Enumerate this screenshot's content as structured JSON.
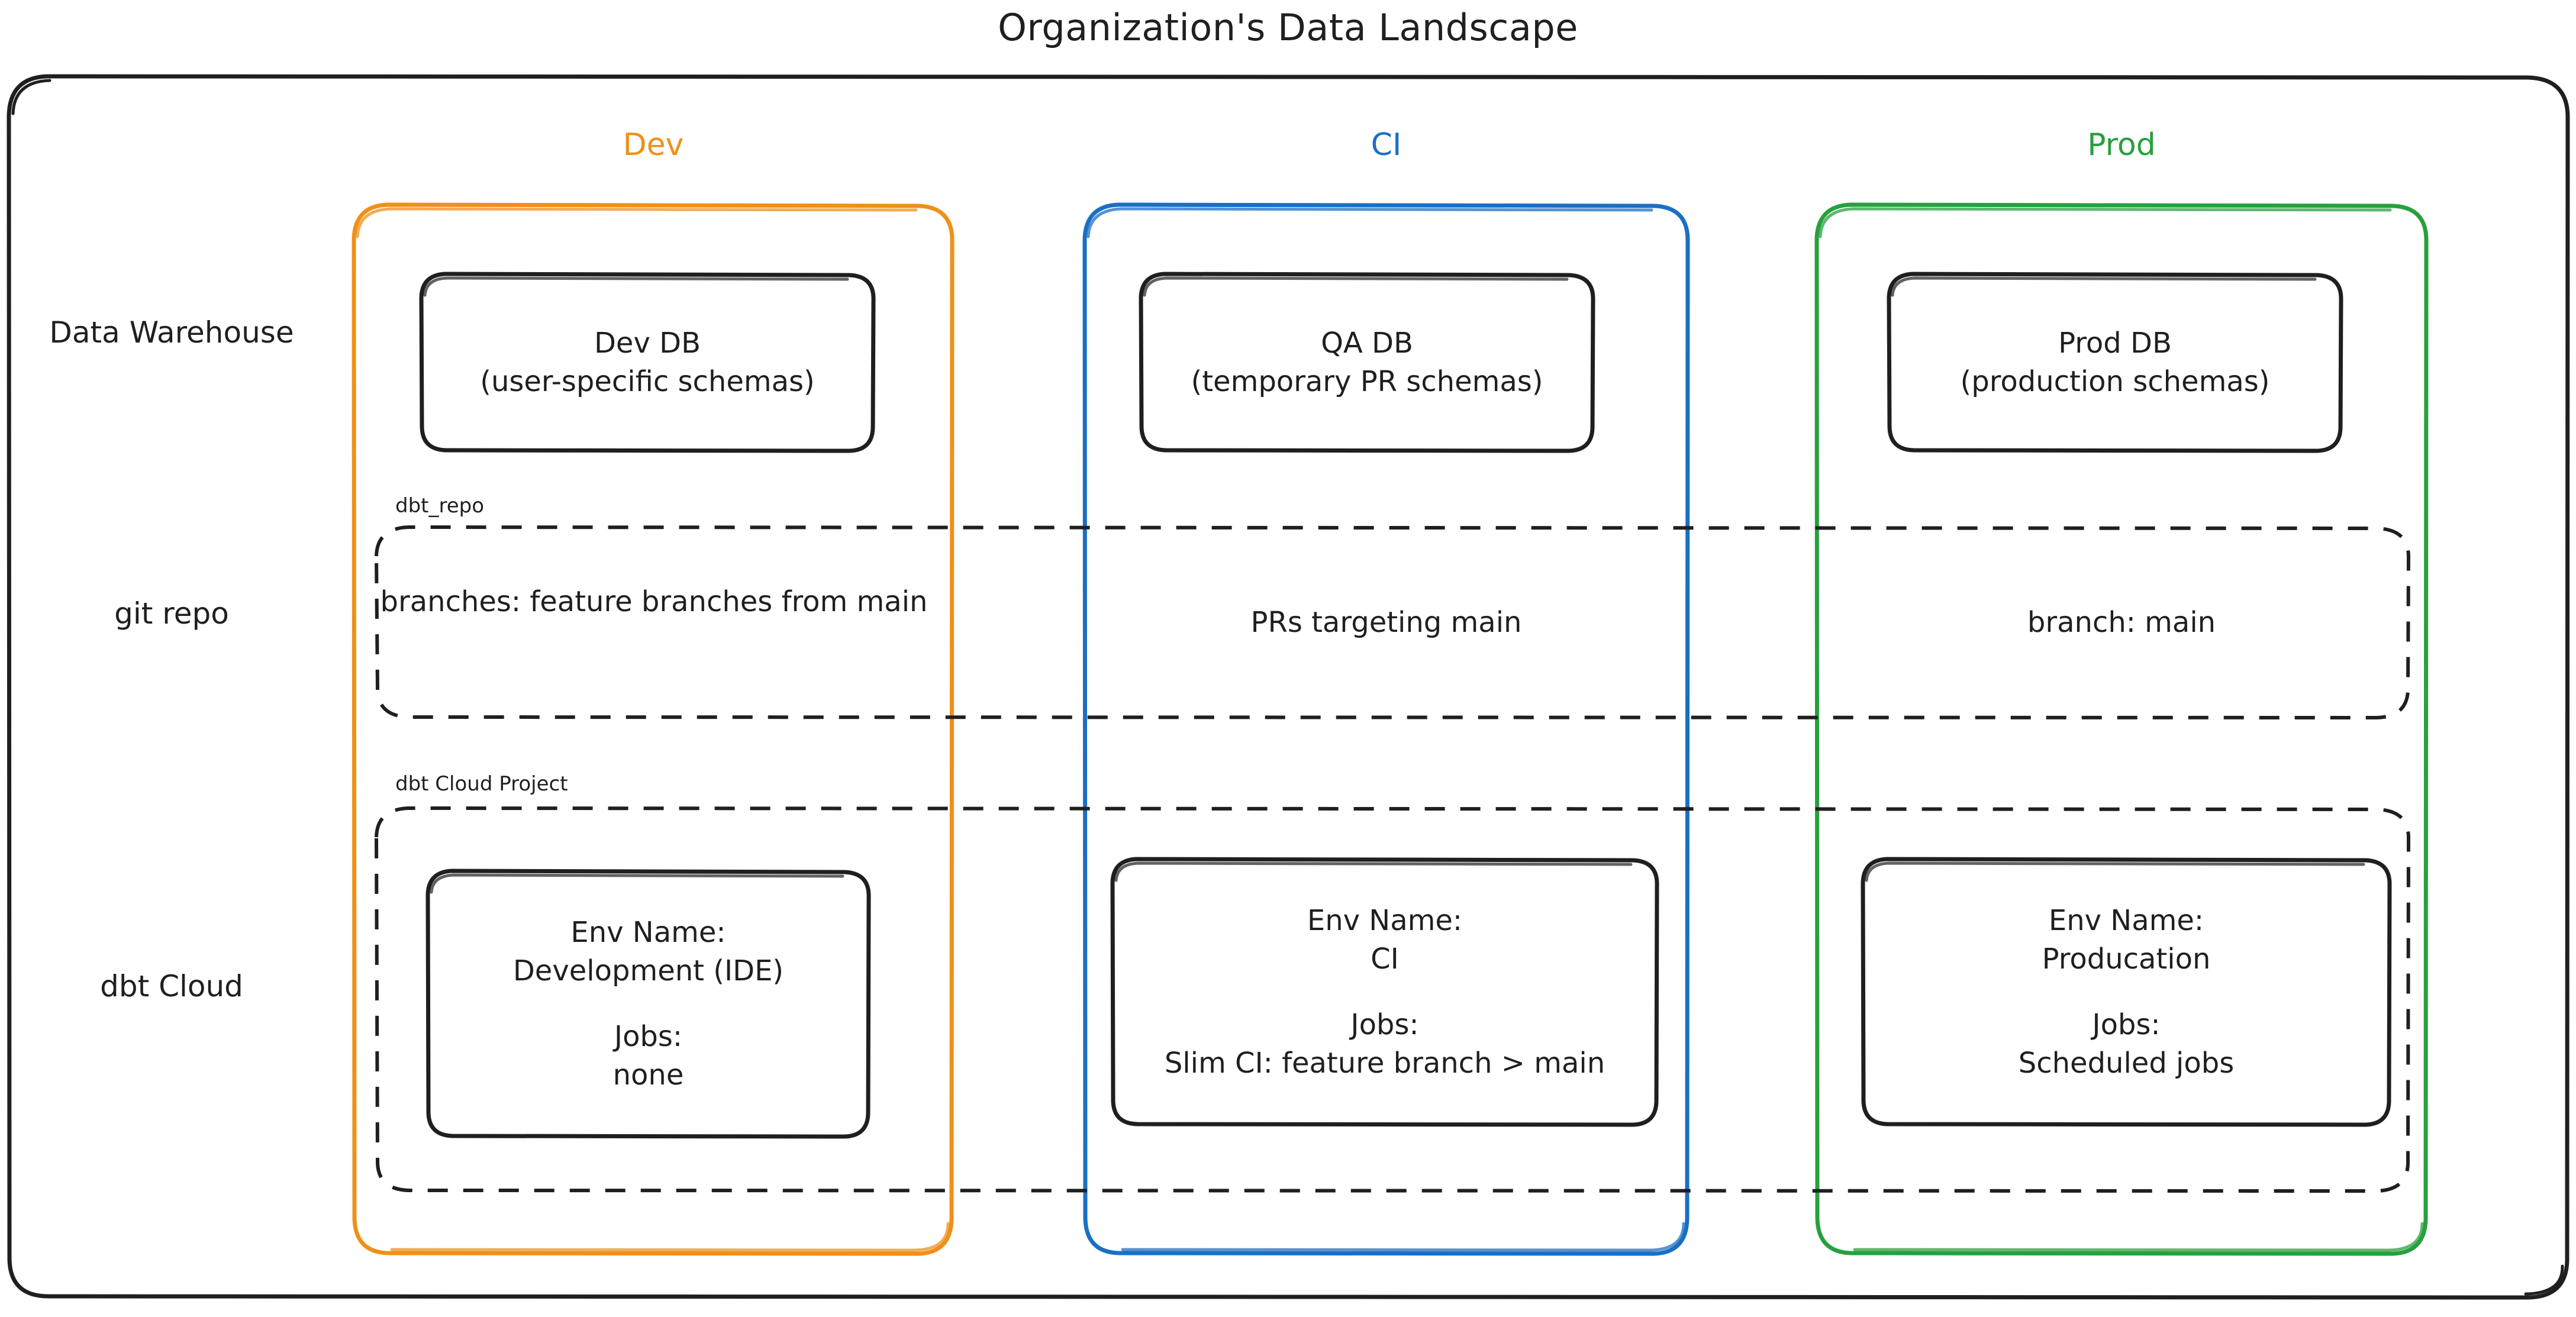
{
  "title": "Organization's Data Landscape",
  "colors": {
    "dev": "#ef9019",
    "ci": "#1a6fc4",
    "prod": "#27a03e",
    "stroke": "#1f1f1f",
    "background": "#ffffff"
  },
  "columns": [
    {
      "id": "dev",
      "label": "Dev"
    },
    {
      "id": "ci",
      "label": "CI"
    },
    {
      "id": "prod",
      "label": "Prod"
    }
  ],
  "rows": [
    {
      "id": "warehouse",
      "label_line1": "Data",
      "label_line2": "Warehouse"
    },
    {
      "id": "git",
      "label_line1": "git repo",
      "label_line2": ""
    },
    {
      "id": "dbtcloud",
      "label_line1": "dbt Cloud",
      "label_line2": ""
    }
  ],
  "groups": {
    "git_repo": "dbt_repo",
    "dbt_cloud_project": "dbt Cloud Project"
  },
  "warehouse": {
    "dev": {
      "line1": "Dev DB",
      "line2": "(user-specific schemas)"
    },
    "ci": {
      "line1": "QA DB",
      "line2": "(temporary PR schemas)"
    },
    "prod": {
      "line1": "Prod DB",
      "line2": "(production schemas)"
    }
  },
  "git": {
    "dev": {
      "line1": "branches:",
      "line2": "feature branches from main"
    },
    "ci": {
      "line1": "PRs targeting main",
      "line2": ""
    },
    "prod": {
      "line1": "branch: main",
      "line2": ""
    }
  },
  "dbt_cloud": {
    "dev": {
      "env_label": "Env Name:",
      "env_value": "Development (IDE)",
      "jobs_label": "Jobs:",
      "jobs_value": "none"
    },
    "ci": {
      "env_label": "Env Name:",
      "env_value": "CI",
      "jobs_label": "Jobs:",
      "jobs_value": "Slim CI: feature branch > main"
    },
    "prod": {
      "env_label": "Env Name:",
      "env_value": "Producation",
      "jobs_label": "Jobs:",
      "jobs_value": "Scheduled jobs"
    }
  }
}
